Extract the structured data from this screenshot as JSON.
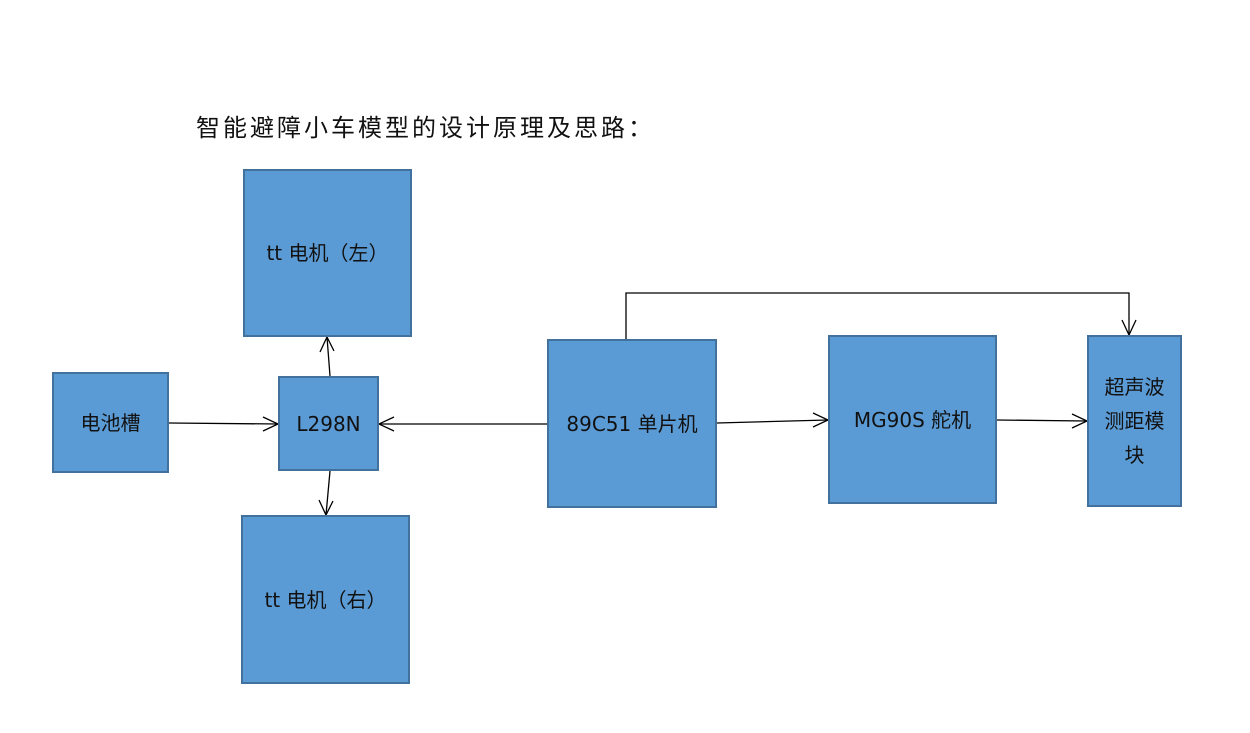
{
  "title": "智能避障小车模型的设计原理及思路：",
  "colors": {
    "box_fill": "#5b9bd5",
    "box_border": "#41719c",
    "line": "#000000"
  },
  "nodes": {
    "motor_left": {
      "label": "tt 电机（左）"
    },
    "battery": {
      "label": "电池槽"
    },
    "driver": {
      "label": "L298N"
    },
    "motor_right": {
      "label": "tt 电机（右）"
    },
    "mcu": {
      "label": "89C51 单片机"
    },
    "servo": {
      "label": "MG90S 舵机"
    },
    "sonar": {
      "label": "超声波测距模块"
    }
  },
  "edges": [
    {
      "from": "battery",
      "to": "driver"
    },
    {
      "from": "driver",
      "to": "motor_left"
    },
    {
      "from": "driver",
      "to": "motor_right"
    },
    {
      "from": "mcu",
      "to": "driver"
    },
    {
      "from": "mcu",
      "to": "servo"
    },
    {
      "from": "servo",
      "to": "sonar"
    },
    {
      "from": "mcu",
      "to": "sonar"
    }
  ]
}
